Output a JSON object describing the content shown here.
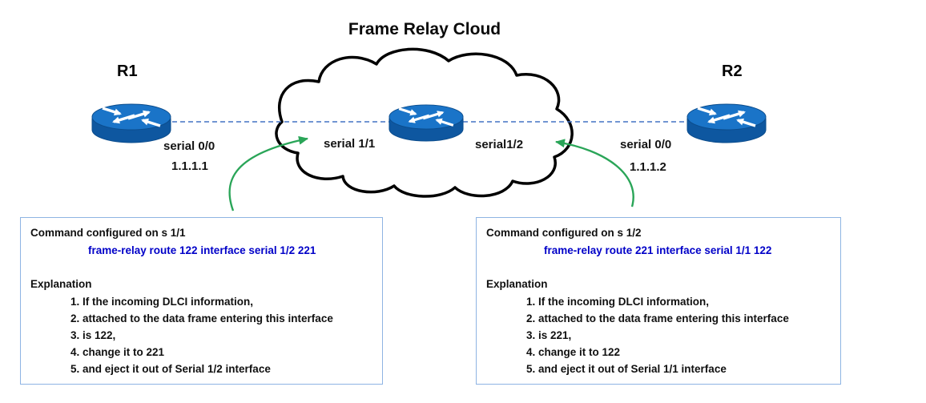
{
  "title": "Frame Relay Cloud",
  "colors": {
    "router_blue": "#1a74c8",
    "router_side_blue": "#0e57a0",
    "dashed_link_blue": "#4472c4",
    "green_arrow": "#2aa558",
    "box_border_blue": "#8eb4e3",
    "command_text_blue": "#0000c8"
  },
  "icons": {
    "router": "router-icon (blue cylinder with white arrows)",
    "cloud": "frame-relay-cloud-shape",
    "dashed_link": "serial-link-dashed-line",
    "green_arrow": "curved-pointer-arrow"
  },
  "routers": {
    "r1": {
      "name": "R1",
      "interface_label": "serial 0/0",
      "ip_address": "1.1.1.1"
    },
    "r2": {
      "name": "R2",
      "interface_label": "serial 0/0",
      "ip_address": "1.1.1.2"
    }
  },
  "cloud": {
    "left_interface_label": "serial 1/1",
    "right_interface_label": "serial1/2"
  },
  "command_boxes": {
    "left": {
      "heading": "Command configured on s 1/1",
      "command": "frame-relay route 122 interface serial 1/2 221",
      "explanation_heading": "Explanation",
      "steps": [
        "1. If the incoming DLCI information,",
        "2. attached to the data frame entering this interface",
        "3. is 122,",
        "4. change it to 221",
        "5. and eject it out of Serial 1/2 interface"
      ]
    },
    "right": {
      "heading": "Command configured on s 1/2",
      "command": "frame-relay route 221 interface serial 1/1 122",
      "explanation_heading": "Explanation",
      "steps": [
        "1. If the incoming DLCI information,",
        "2. attached to the data frame entering this interface",
        "3. is 221,",
        "4. change it to 122",
        "5. and eject it out of Serial 1/1 interface"
      ]
    }
  }
}
